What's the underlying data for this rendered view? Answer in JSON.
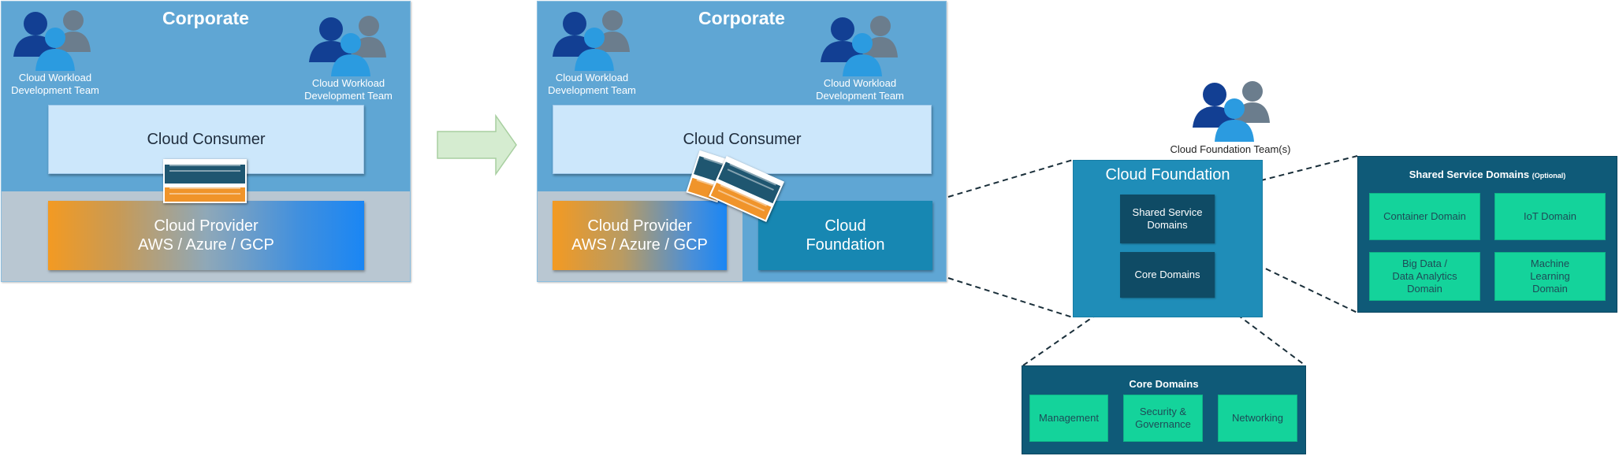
{
  "left_diagram": {
    "title": "Corporate",
    "team_left": "Cloud Workload\nDevelopment Team",
    "team_right": "Cloud Workload\nDevelopment Team",
    "consumer": "Cloud Consumer",
    "provider_line1": "Cloud Provider",
    "provider_line2": "AWS / Azure / GCP"
  },
  "middle_diagram": {
    "title": "Corporate",
    "team_left": "Cloud Workload\nDevelopment Team",
    "team_right": "Cloud Workload\nDevelopment Team",
    "consumer": "Cloud Consumer",
    "provider_line1": "Cloud Provider",
    "provider_line2": "AWS / Azure / GCP",
    "foundation_line1": "Cloud",
    "foundation_line2": "Foundation"
  },
  "foundation_team": {
    "label": "Cloud Foundation Team(s)"
  },
  "cloud_foundation": {
    "title": "Cloud Foundation",
    "shared_tile": "Shared Service\nDomains",
    "core_tile": "Core Domains"
  },
  "shared_panel": {
    "title": "Shared Service Domains",
    "title_note": "(Optional)",
    "items": [
      "Container Domain",
      "IoT Domain",
      "Big Data /\nData Analytics\nDomain",
      "Machine\nLearning\nDomain"
    ]
  },
  "core_panel": {
    "title": "Core Domains",
    "items": [
      "Management",
      "Security &\nGovernance",
      "Networking"
    ]
  },
  "colors": {
    "corporate_bg": "#5fa6d4",
    "provider_lower_bg": "#b9c7d2",
    "consumer_bg": "#cce7fb",
    "foundation_bg": "#1f8db8",
    "panel_bg": "#0f5a78",
    "domain_green": "#14d39b",
    "arrow_fill": "#d5ecd0"
  }
}
